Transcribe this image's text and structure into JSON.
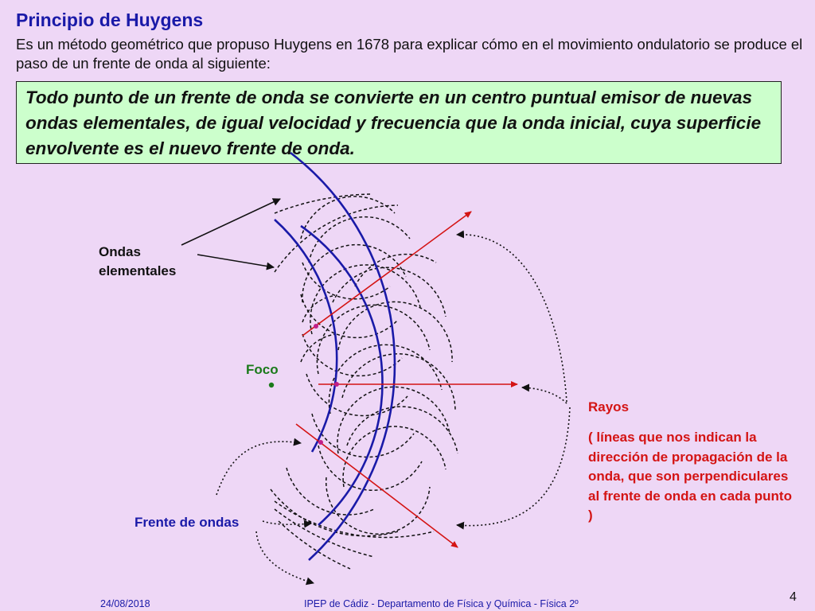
{
  "slide": {
    "title": "Principio de Huygens",
    "intro": "Es un método geométrico que propuso Huygens en 1678 para explicar cómo en el movimiento ondulatorio se produce el paso de un frente de onda al siguiente:",
    "principle": "Todo punto de un frente de onda se convierte en un centro puntual emisor de nuevas ondas elementales, de igual velocidad y frecuencia que la onda inicial, cuya superficie envolvente es el nuevo frente de onda."
  },
  "diagram": {
    "label_elementary_waves": "Ondas elementales",
    "label_focus": "Foco",
    "label_wavefront": "Frente de ondas",
    "label_rays": "Rayos",
    "label_rays_description": "( líneas que nos indican la dirección de propagación de la onda, que son perpendiculares al frente de onda en cada punto )",
    "colors": {
      "wavefront": "#1a1aa8",
      "ray": "#d41414",
      "focus": "#1b7a1b",
      "elementary_wave": "#111111",
      "principle_box": "#ccffcc",
      "background": "#eed7f6"
    }
  },
  "footer": {
    "date": "24/08/2018",
    "credit": "IPEP de Cádiz  -  Departamento de Física y Química  -  Física 2º",
    "page_number": "4"
  }
}
